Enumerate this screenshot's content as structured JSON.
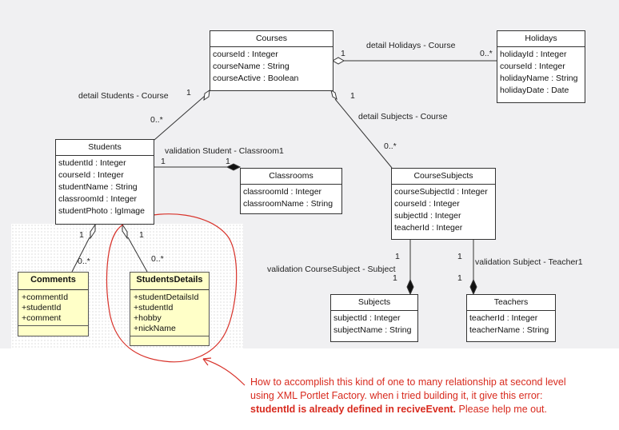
{
  "classes": {
    "courses": {
      "title": "Courses",
      "attrs": [
        "courseId : Integer",
        "courseName : String",
        "courseActive : Boolean"
      ]
    },
    "holidays": {
      "title": "Holidays",
      "attrs": [
        "holidayId : Integer",
        "courseId : Integer",
        "holidayName : String",
        "holidayDate : Date"
      ]
    },
    "students": {
      "title": "Students",
      "attrs": [
        "studentId : Integer",
        "courseId : Integer",
        "studentName : String",
        "classroomId : Integer",
        "studentPhoto : lgImage"
      ]
    },
    "classrooms": {
      "title": "Classrooms",
      "attrs": [
        "classroomId : Integer",
        "classroomName : String"
      ]
    },
    "course_subjects": {
      "title": "CourseSubjects",
      "attrs": [
        "courseSubjectId : Integer",
        "courseId : Integer",
        "subjectId : Integer",
        "teacherId : Integer"
      ]
    },
    "subjects": {
      "title": "Subjects",
      "attrs": [
        "subjectId : Integer",
        "subjectName : String"
      ]
    },
    "teachers": {
      "title": "Teachers",
      "attrs": [
        "teacherId : Integer",
        "teacherName : String"
      ]
    },
    "comments": {
      "title": "Comments",
      "attrs": [
        "+commentId",
        "+studentId",
        "+comment"
      ]
    },
    "students_details": {
      "title": "StudentsDetails",
      "attrs": [
        "+studentDetailsId",
        "+studentId",
        "+hobby",
        "+nickName"
      ]
    }
  },
  "relations": {
    "holidays_course": {
      "name": "detail Holidays - Course",
      "m1": "1",
      "m2": "0..*"
    },
    "students_course": {
      "name": "detail Students - Course",
      "m1": "1",
      "m2": "0..*"
    },
    "subjects_course": {
      "name": "detail Subjects - Course",
      "m1": "1",
      "m2": "0..*"
    },
    "student_classroom": {
      "name": "validation Student - Classroom1",
      "m1": "1",
      "m2": "1"
    },
    "coursesubject_subject": {
      "name": "validation CourseSubject - Subject",
      "m1": "1",
      "m2": "1"
    },
    "subject_teacher": {
      "name": "validation Subject - Teacher1",
      "m1": "1",
      "m2": "1"
    },
    "student_comments": {
      "m1": "1",
      "m2": "0..*"
    },
    "student_details": {
      "m1": "1",
      "m2": "0..*"
    }
  },
  "note": {
    "line1": "How to accomplish this kind of one to many relationship at second level",
    "line2": "using XML Portlet Factory.  when i tried building it, it give this error:",
    "line3_bold": "studentId is already defined in reciveEvent.",
    "line3_rest": " Please help me out."
  },
  "colors": {
    "annotation": "#d82a1e",
    "highlight_class": "#ffffc8",
    "canvas": "#f0f0f2"
  }
}
